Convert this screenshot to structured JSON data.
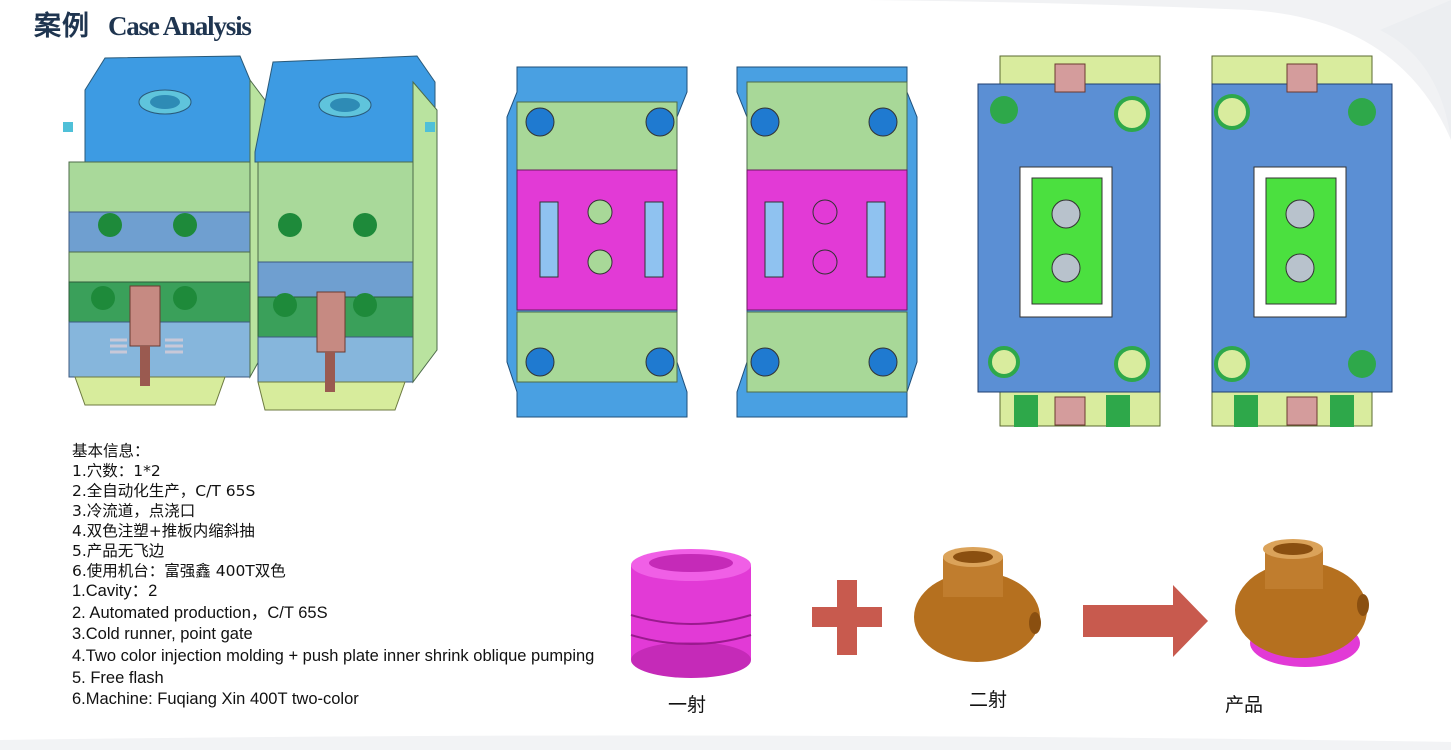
{
  "header": {
    "title_zh": "案例",
    "title_en": "Case Analysis"
  },
  "info": {
    "heading": "基本信息：",
    "cn_lines": [
      "1.穴数：1*2",
      "2.全自动化生产，C/T 65S",
      "3.冷流道，点浇口",
      "4.双色注塑+推板内缩斜抽",
      "5.产品无飞边",
      "6.使用机台：富强鑫 400T双色"
    ],
    "en_lines": [
      "1.Cavity：2",
      "2. Automated production，C/T 65S",
      "3.Cold runner, point gate",
      "4.Two color injection molding + push plate inner shrink oblique pumping",
      "5. Free flash",
      "6.Machine: Fuqiang Xin 400T two-color"
    ]
  },
  "process": {
    "shot1": "一射",
    "shot2": "二射",
    "product": "产品"
  },
  "colors": {
    "title": "#1f3550",
    "mold_blue": "#3aa0e8",
    "mold_green": "#a8d898",
    "magenta": "#e23ad6",
    "bronze": "#b5701f",
    "arrow": "#c85a4e"
  }
}
